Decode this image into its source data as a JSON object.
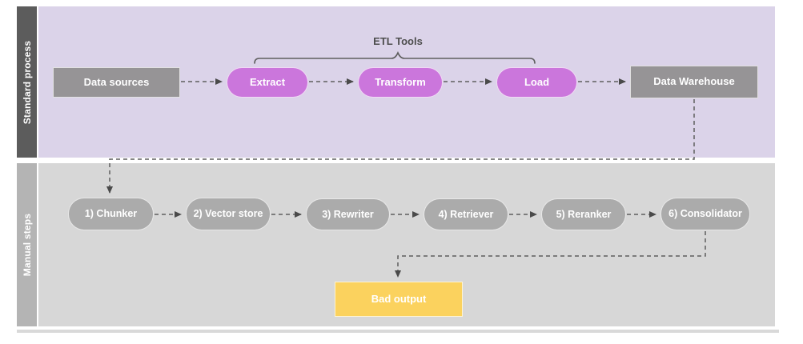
{
  "diagram": {
    "lanes": [
      {
        "label": "Standard process"
      },
      {
        "label": "Manual steps"
      }
    ],
    "standard_process": {
      "data_sources": "Data sources",
      "etl_group_label": "ETL Tools",
      "etl_steps": [
        "Extract",
        "Transform",
        "Load"
      ],
      "data_warehouse": "Data Warehouse"
    },
    "manual_steps": {
      "steps": [
        "1) Chunker",
        "2) Vector store",
        "3) Rewriter",
        "4) Retriever",
        "5) Reranker",
        "6) Consolidator"
      ],
      "bad_output": "Bad output"
    }
  },
  "colors": {
    "lane1_bg": "#dbd3e9",
    "lane1_bar": "#5c5c5c",
    "lane2_bg": "#d7d7d7",
    "lane2_bar": "#b4b4b4",
    "gray_node": "#969496",
    "purple_node": "#cb76dc",
    "manual_node": "#ababab",
    "bad_output_bg": "#fbd25e",
    "connector": "#5f5f5f",
    "node_text": "#ffffff",
    "group_label_text": "#4d4d4d"
  }
}
